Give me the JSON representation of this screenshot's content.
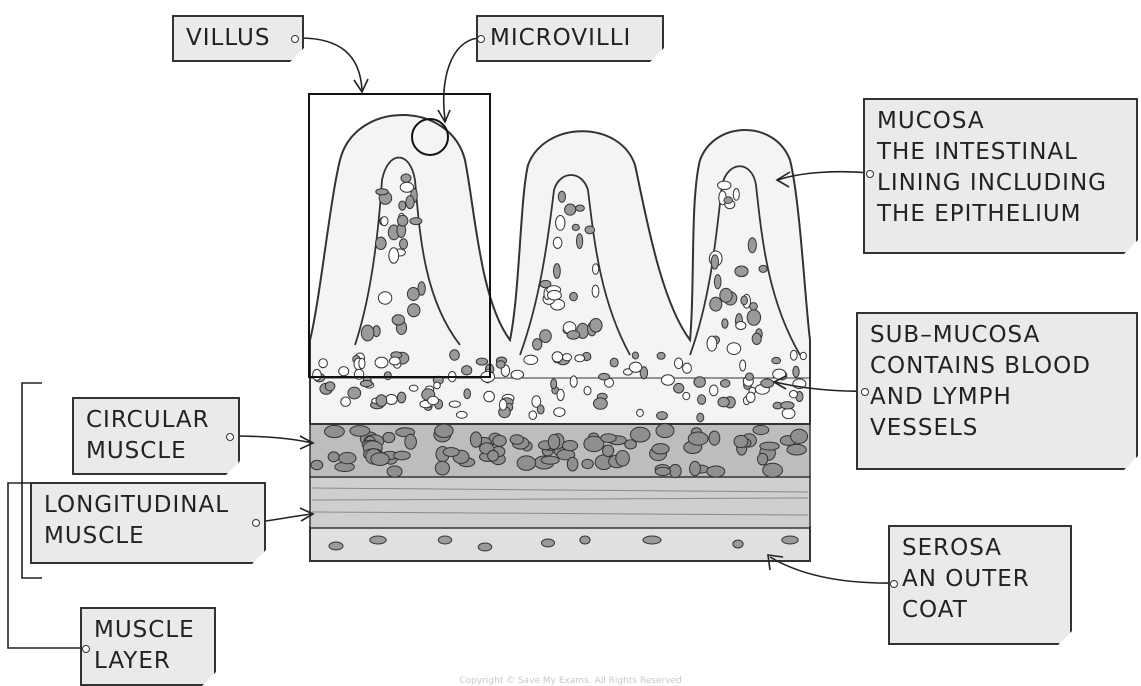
{
  "labels": {
    "villus": "VILLUS",
    "microvilli": "MICROVILLI",
    "mucosa": [
      "MUCOSA",
      "THE INTESTINAL",
      "LINING INCLUDING",
      "THE EPITHELIUM"
    ],
    "submucosa": [
      "SUB–MUCOSA",
      "CONTAINS BLOOD",
      "AND LYMPH",
      "VESSELS"
    ],
    "circular_muscle": [
      "CIRCULAR",
      "MUSCLE"
    ],
    "longitudinal_muscle": [
      "LONGITUDINAL",
      "MUSCLE"
    ],
    "serosa": [
      "SEROSA",
      "AN OUTER",
      "COAT"
    ],
    "muscle_layer": [
      "MUSCLE",
      "LAYER"
    ]
  },
  "copyright": "Copyright © Save My Exams. All Rights Reserved",
  "colors": {
    "outline": "#333333",
    "label_fill": "#eaeaea",
    "mucosa_fill": "#f4f4f4",
    "circular_muscle_fill": "#bdbdbd",
    "longitudinal_muscle_fill": "#cfcfcf",
    "serosa_fill": "#e0e0e0",
    "cell_fill": "#9a9a9a"
  }
}
